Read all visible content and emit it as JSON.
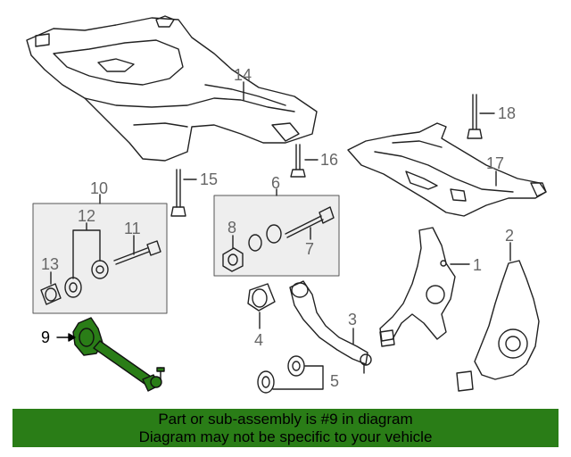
{
  "callouts": {
    "c1": "1",
    "c2": "2",
    "c3": "3",
    "c4": "4",
    "c5": "5",
    "c6": "6",
    "c7": "7",
    "c8": "8",
    "c9": "9",
    "c10": "10",
    "c11": "11",
    "c12": "12",
    "c13": "13",
    "c14": "14",
    "c15": "15",
    "c16": "16",
    "c17": "17",
    "c18": "18"
  },
  "highlight": {
    "part_number": "9",
    "color": "#2a7d17"
  },
  "banner": {
    "line1": "Part or sub-assembly is #9 in diagram",
    "line2": "Diagram may not be specific to your vehicle",
    "background": "#2a7d17"
  }
}
